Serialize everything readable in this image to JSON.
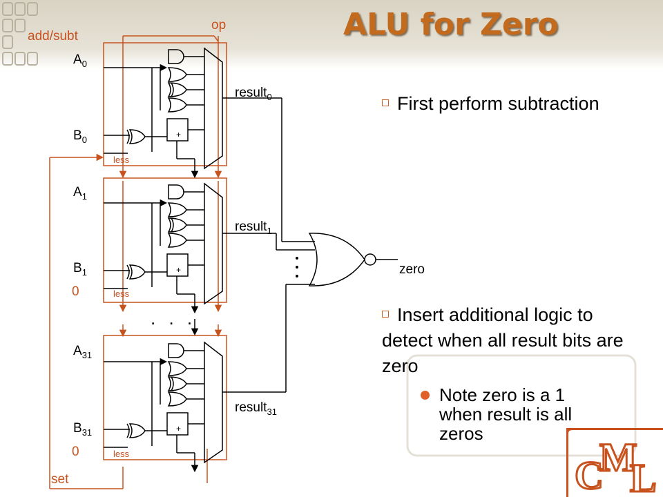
{
  "slide": {
    "title": "ALU for Zero",
    "bullets": [
      "First perform subtraction",
      "Insert additional logic to detect when all result bits are zero"
    ],
    "sub_bullet": "Note zero is a 1 when result is all zeros",
    "logo": "CML",
    "colors": {
      "accent": "#c8521e",
      "title": "#c26a1e",
      "bullet_dot": "#e0602a"
    }
  },
  "diagram": {
    "add_subt": "add/subt",
    "op": "op",
    "set": "set",
    "less": "less",
    "zero": "zero",
    "zero_input": "0",
    "dots": ". . .",
    "bits": [
      {
        "a": "A",
        "b": "B",
        "index": "0",
        "result": "result",
        "result_index": "0"
      },
      {
        "a": "A",
        "b": "B",
        "index": "1",
        "result": "result",
        "result_index": "1"
      },
      {
        "a": "A",
        "b": "B",
        "index": "31",
        "result": "result",
        "result_index": "31"
      }
    ],
    "adder_symbol": "+"
  }
}
